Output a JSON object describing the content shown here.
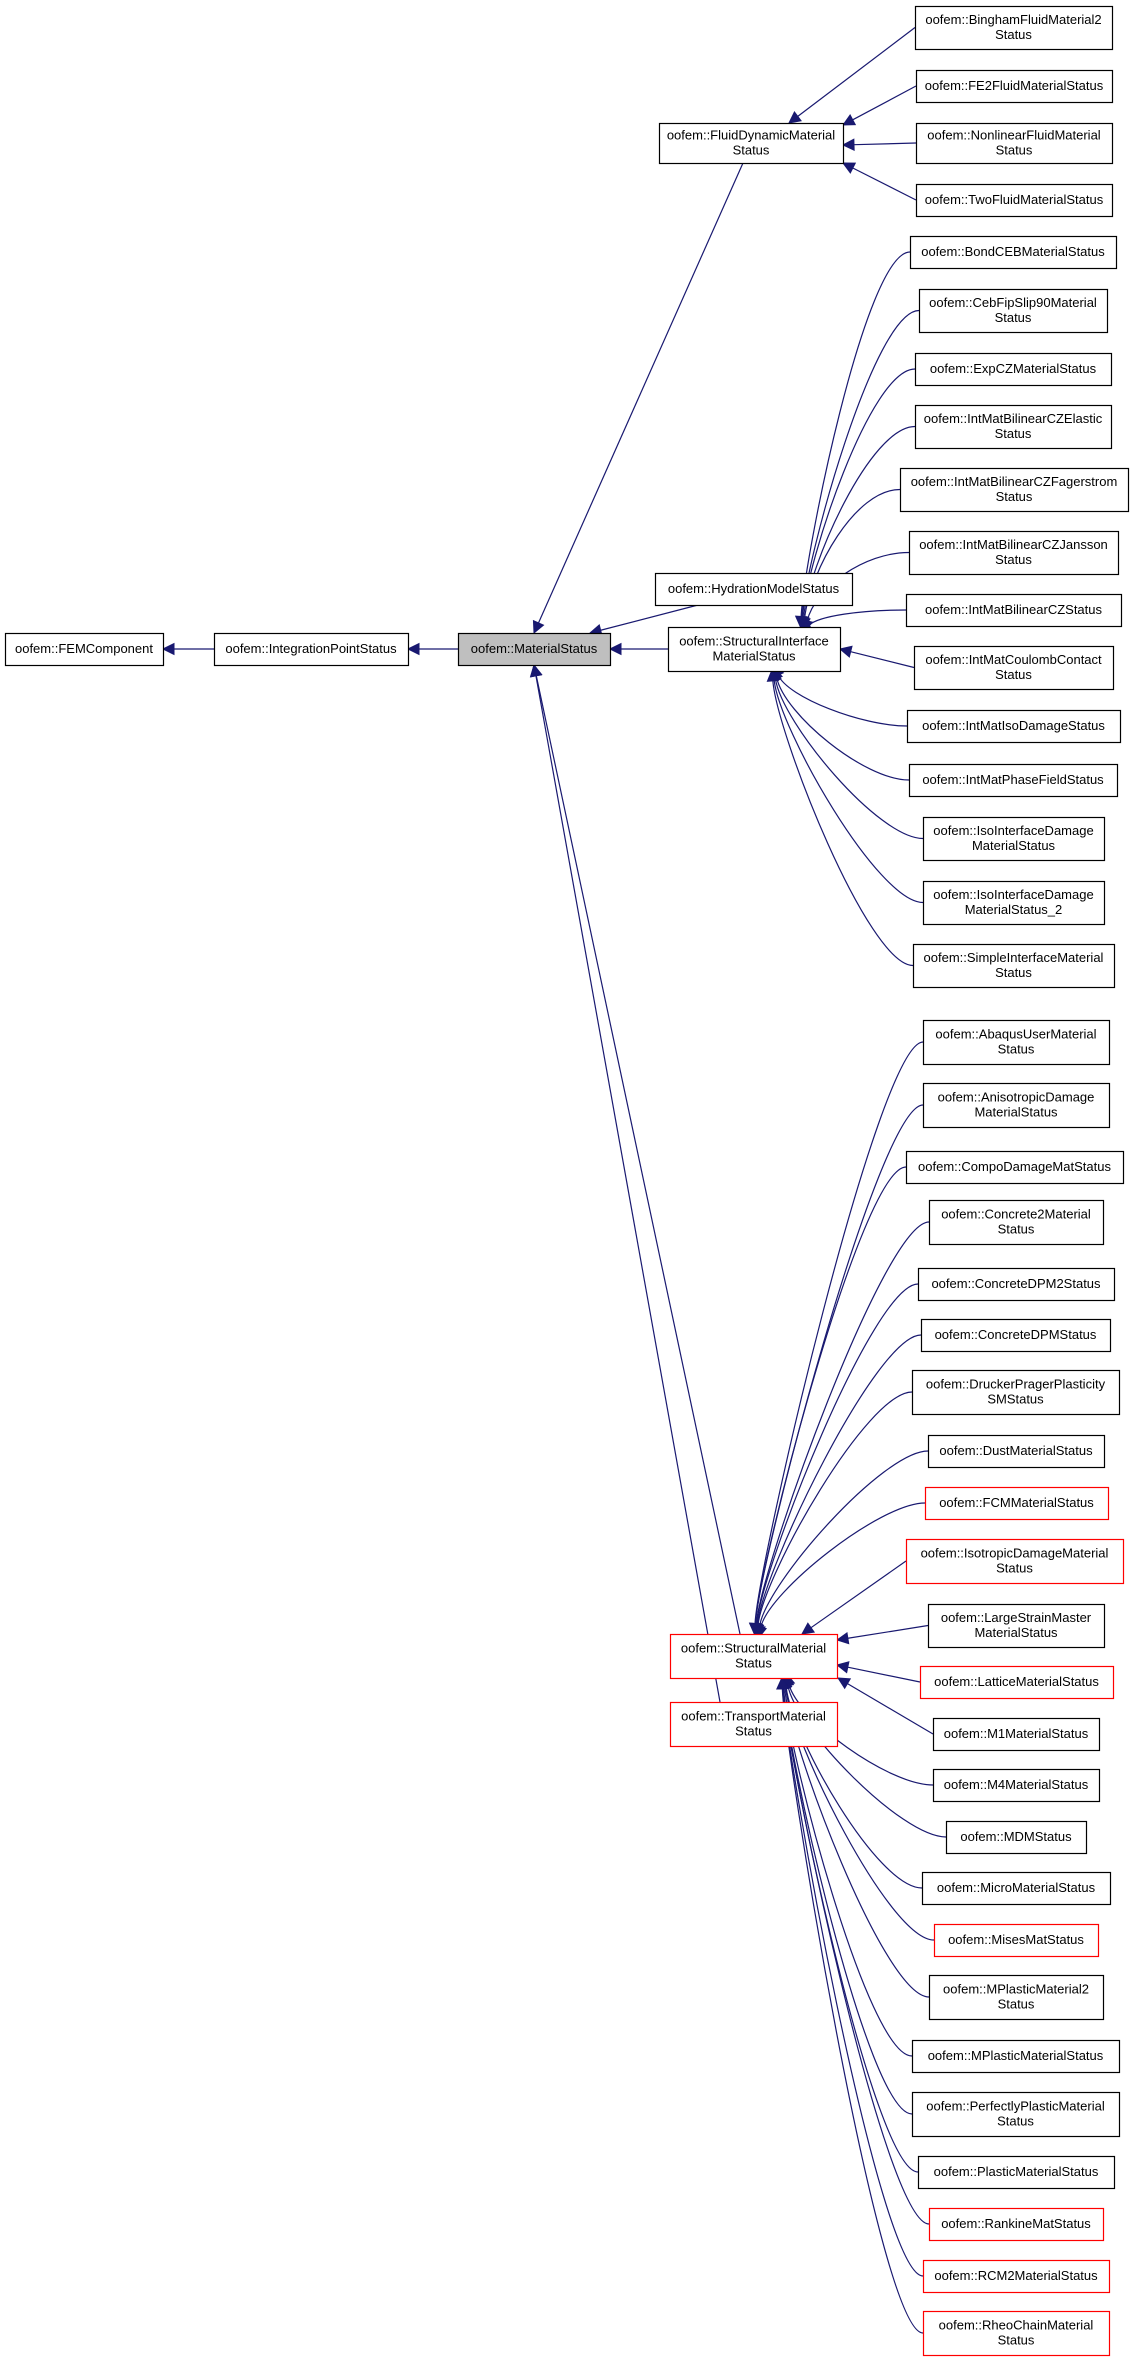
{
  "colors": {
    "edge": "#191970",
    "border_normal": "#000000",
    "border_truncated": "#ff0000",
    "focus_fill": "#bfbfbf",
    "node_fill": "#ffffff"
  },
  "diagram": {
    "root": "msat",
    "nodes": [
      {
        "id": "fem",
        "lines": [
          "oofem::FEMComponent"
        ],
        "style": "normal"
      },
      {
        "id": "ips",
        "lines": [
          "oofem::IntegrationPointStatus"
        ],
        "style": "normal"
      },
      {
        "id": "msat",
        "lines": [
          "oofem::MaterialStatus"
        ],
        "style": "focus"
      },
      {
        "id": "fdm",
        "lines": [
          "oofem::FluidDynamicMaterial",
          "Status"
        ],
        "style": "normal"
      },
      {
        "id": "bfm2",
        "lines": [
          "oofem::BinghamFluidMaterial2",
          "Status"
        ],
        "style": "normal"
      },
      {
        "id": "fe2",
        "lines": [
          "oofem::FE2FluidMaterialStatus"
        ],
        "style": "normal"
      },
      {
        "id": "nlf",
        "lines": [
          "oofem::NonlinearFluidMaterial",
          "Status"
        ],
        "style": "normal"
      },
      {
        "id": "tfm",
        "lines": [
          "oofem::TwoFluidMaterialStatus"
        ],
        "style": "normal"
      },
      {
        "id": "hyd",
        "lines": [
          "oofem::HydrationModelStatus"
        ],
        "style": "normal"
      },
      {
        "id": "sim",
        "lines": [
          "oofem::StructuralInterface",
          "MaterialStatus"
        ],
        "style": "normal"
      },
      {
        "id": "bce",
        "lines": [
          "oofem::BondCEBMaterialStatus"
        ],
        "style": "normal"
      },
      {
        "id": "ceb",
        "lines": [
          "oofem::CebFipSlip90Material",
          "Status"
        ],
        "style": "normal"
      },
      {
        "id": "ecz",
        "lines": [
          "oofem::ExpCZMaterialStatus"
        ],
        "style": "normal"
      },
      {
        "id": "ibe",
        "lines": [
          "oofem::IntMatBilinearCZElastic",
          "Status"
        ],
        "style": "normal"
      },
      {
        "id": "ibf",
        "lines": [
          "oofem::IntMatBilinearCZFagerstrom",
          "Status"
        ],
        "style": "normal"
      },
      {
        "id": "ibj",
        "lines": [
          "oofem::IntMatBilinearCZJansson",
          "Status"
        ],
        "style": "normal"
      },
      {
        "id": "ibs",
        "lines": [
          "oofem::IntMatBilinearCZStatus"
        ],
        "style": "normal"
      },
      {
        "id": "icc",
        "lines": [
          "oofem::IntMatCoulombContact",
          "Status"
        ],
        "style": "normal"
      },
      {
        "id": "iid",
        "lines": [
          "oofem::IntMatIsoDamageStatus"
        ],
        "style": "normal"
      },
      {
        "id": "ipf",
        "lines": [
          "oofem::IntMatPhaseFieldStatus"
        ],
        "style": "normal"
      },
      {
        "id": "iim",
        "lines": [
          "oofem::IsoInterfaceDamage",
          "MaterialStatus"
        ],
        "style": "normal"
      },
      {
        "id": "iim2",
        "lines": [
          "oofem::IsoInterfaceDamage",
          "MaterialStatus_2"
        ],
        "style": "normal"
      },
      {
        "id": "sif",
        "lines": [
          "oofem::SimpleInterfaceMaterial",
          "Status"
        ],
        "style": "normal"
      },
      {
        "id": "smt",
        "lines": [
          "oofem::StructuralMaterial",
          "Status"
        ],
        "style": "truncated"
      },
      {
        "id": "tmt",
        "lines": [
          "oofem::TransportMaterial",
          "Status"
        ],
        "style": "truncated"
      },
      {
        "id": "aqs",
        "lines": [
          "oofem::AbaqusUserMaterial",
          "Status"
        ],
        "style": "normal"
      },
      {
        "id": "ani",
        "lines": [
          "oofem::AnisotropicDamage",
          "MaterialStatus"
        ],
        "style": "normal"
      },
      {
        "id": "cmp",
        "lines": [
          "oofem::CompoDamageMatStatus"
        ],
        "style": "normal"
      },
      {
        "id": "cn2",
        "lines": [
          "oofem::Concrete2Material",
          "Status"
        ],
        "style": "normal"
      },
      {
        "id": "cd2",
        "lines": [
          "oofem::ConcreteDPM2Status"
        ],
        "style": "normal"
      },
      {
        "id": "cdp",
        "lines": [
          "oofem::ConcreteDPMStatus"
        ],
        "style": "normal"
      },
      {
        "id": "dpp",
        "lines": [
          "oofem::DruckerPragerPlasticity",
          "SMStatus"
        ],
        "style": "normal"
      },
      {
        "id": "dst",
        "lines": [
          "oofem::DustMaterialStatus"
        ],
        "style": "normal"
      },
      {
        "id": "fcm",
        "lines": [
          "oofem::FCMMaterialStatus"
        ],
        "style": "truncated"
      },
      {
        "id": "idm",
        "lines": [
          "oofem::IsotropicDamageMaterial",
          "Status"
        ],
        "style": "truncated"
      },
      {
        "id": "lsm",
        "lines": [
          "oofem::LargeStrainMaster",
          "MaterialStatus"
        ],
        "style": "normal"
      },
      {
        "id": "lat",
        "lines": [
          "oofem::LatticeMaterialStatus"
        ],
        "style": "truncated"
      },
      {
        "id": "m1",
        "lines": [
          "oofem::M1MaterialStatus"
        ],
        "style": "normal"
      },
      {
        "id": "m4",
        "lines": [
          "oofem::M4MaterialStatus"
        ],
        "style": "normal"
      },
      {
        "id": "mdm",
        "lines": [
          "oofem::MDMStatus"
        ],
        "style": "normal"
      },
      {
        "id": "mic",
        "lines": [
          "oofem::MicroMaterialStatus"
        ],
        "style": "normal"
      },
      {
        "id": "mis",
        "lines": [
          "oofem::MisesMatStatus"
        ],
        "style": "truncated"
      },
      {
        "id": "mp2",
        "lines": [
          "oofem::MPlasticMaterial2",
          "Status"
        ],
        "style": "normal"
      },
      {
        "id": "mpm",
        "lines": [
          "oofem::MPlasticMaterialStatus"
        ],
        "style": "normal"
      },
      {
        "id": "ppm",
        "lines": [
          "oofem::PerfectlyPlasticMaterial",
          "Status"
        ],
        "style": "normal"
      },
      {
        "id": "plm",
        "lines": [
          "oofem::PlasticMaterialStatus"
        ],
        "style": "normal"
      },
      {
        "id": "rnk",
        "lines": [
          "oofem::RankineMatStatus"
        ],
        "style": "truncated"
      },
      {
        "id": "rcm",
        "lines": [
          "oofem::RCM2MaterialStatus"
        ],
        "style": "truncated"
      },
      {
        "id": "rhe",
        "lines": [
          "oofem::RheoChainMaterial",
          "Status"
        ],
        "style": "truncated"
      }
    ],
    "edges": [
      {
        "from": "fem",
        "to": "ips"
      },
      {
        "from": "ips",
        "to": "msat"
      },
      {
        "from": "msat",
        "to": "fdm"
      },
      {
        "from": "msat",
        "to": "hyd"
      },
      {
        "from": "msat",
        "to": "sim"
      },
      {
        "from": "msat",
        "to": "smt"
      },
      {
        "from": "msat",
        "to": "tmt"
      },
      {
        "from": "fdm",
        "to": "bfm2"
      },
      {
        "from": "fdm",
        "to": "fe2"
      },
      {
        "from": "fdm",
        "to": "nlf"
      },
      {
        "from": "fdm",
        "to": "tfm"
      },
      {
        "from": "sim",
        "to": "bce"
      },
      {
        "from": "sim",
        "to": "ceb"
      },
      {
        "from": "sim",
        "to": "ecz"
      },
      {
        "from": "sim",
        "to": "ibe"
      },
      {
        "from": "sim",
        "to": "ibf"
      },
      {
        "from": "sim",
        "to": "ibj"
      },
      {
        "from": "sim",
        "to": "ibs"
      },
      {
        "from": "sim",
        "to": "icc"
      },
      {
        "from": "sim",
        "to": "iid"
      },
      {
        "from": "sim",
        "to": "ipf"
      },
      {
        "from": "sim",
        "to": "iim"
      },
      {
        "from": "sim",
        "to": "iim2"
      },
      {
        "from": "sim",
        "to": "sif"
      },
      {
        "from": "smt",
        "to": "aqs"
      },
      {
        "from": "smt",
        "to": "ani"
      },
      {
        "from": "smt",
        "to": "cmp"
      },
      {
        "from": "smt",
        "to": "cn2"
      },
      {
        "from": "smt",
        "to": "cd2"
      },
      {
        "from": "smt",
        "to": "cdp"
      },
      {
        "from": "smt",
        "to": "dpp"
      },
      {
        "from": "smt",
        "to": "dst"
      },
      {
        "from": "smt",
        "to": "fcm"
      },
      {
        "from": "smt",
        "to": "idm"
      },
      {
        "from": "smt",
        "to": "lsm"
      },
      {
        "from": "smt",
        "to": "lat"
      },
      {
        "from": "smt",
        "to": "m1"
      },
      {
        "from": "smt",
        "to": "m4"
      },
      {
        "from": "smt",
        "to": "mdm"
      },
      {
        "from": "smt",
        "to": "mic"
      },
      {
        "from": "smt",
        "to": "mis"
      },
      {
        "from": "smt",
        "to": "mp2"
      },
      {
        "from": "smt",
        "to": "mpm"
      },
      {
        "from": "smt",
        "to": "ppm"
      },
      {
        "from": "smt",
        "to": "plm"
      },
      {
        "from": "smt",
        "to": "rnk"
      },
      {
        "from": "smt",
        "to": "rcm"
      },
      {
        "from": "smt",
        "to": "rhe"
      }
    ]
  }
}
